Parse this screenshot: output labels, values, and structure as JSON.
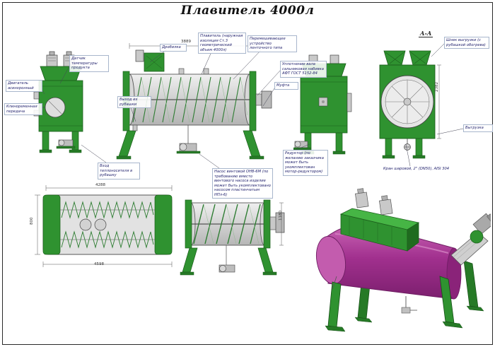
{
  "title": "Плавитель 4000л",
  "section_label": "А-А",
  "callouts": {
    "temp_sensor": "Датчик температуры продукта",
    "motor": "Двигатель асинхронный",
    "v_belt": "Клиноременная передача",
    "jacket_inlet": "Вход теплоносителя в рубашку",
    "crusher": "Дробилка",
    "melter": "Плавитель (наружная изоляция Ст.3 геометрический объем 4000л)",
    "mixer": "Перемешивающее устройство ленточного типа",
    "shaft_seal": "Уплотнение вала сальниковая набивка АФТ ГОСТ 5152-84",
    "coupling": "Муфта",
    "jacket_outlet": "Выход из рубашки",
    "screw_pump": "Насос винтовой ОНВ-6М (по требованию вместо винтового насоса изделие может быть укомплектовано насосом пластинчатым НПл-6)",
    "reducer": "Редуктор (по желанию заказчика может быть укомплектован мотор-редуктором)",
    "discharge_screw": "Шнек выгрузки (с рубашкой обогрева)",
    "discharge": "Выгрузка",
    "ball_valve": "Кран шаровой, 2\" (DN50), AISI 304"
  },
  "dimensions": {
    "overall_length": "3889",
    "body_length": "4288",
    "total_length": "4598",
    "body_width": "800",
    "section_height": "2382",
    "side_height": "1180"
  },
  "colors": {
    "green": "#2f9230",
    "green_dark": "#1c5e1c",
    "magenta": "#a1308e",
    "steel": "#d9d9d9",
    "line": "#444444",
    "label_text": "#23236e"
  }
}
